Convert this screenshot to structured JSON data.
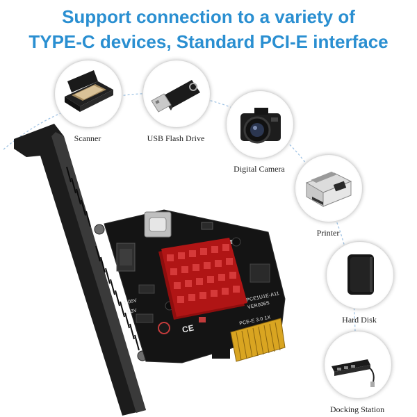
{
  "headline": {
    "line1": "Support connection to a variety of",
    "line2": "TYPE-C devices, Standard PCI-E interface"
  },
  "devices": [
    {
      "label": "Scanner",
      "icon": "scanner-icon"
    },
    {
      "label": "USB Flash Drive",
      "icon": "usb-flash-drive-icon"
    },
    {
      "label": "Digital Camera",
      "icon": "digital-camera-icon"
    },
    {
      "label": "Printer",
      "icon": "printer-icon"
    },
    {
      "label": "Hard Disk",
      "icon": "hard-disk-icon"
    },
    {
      "label": "Docking Station",
      "icon": "docking-station-icon"
    }
  ],
  "card": {
    "model_line1": "PCE1U1E-A11",
    "model_line2": "VER006S",
    "interface_label": "PCE-E 3.0 1X",
    "ce_mark": "CE",
    "voltage_labels": [
      "1.05V",
      "3.3V"
    ]
  },
  "colors": {
    "headline": "#2a8fd1",
    "heatsink": "#b01515",
    "pcb": "#141414",
    "gold_fingers": "#d9a521",
    "connector_arc": "#9fc3e4"
  }
}
